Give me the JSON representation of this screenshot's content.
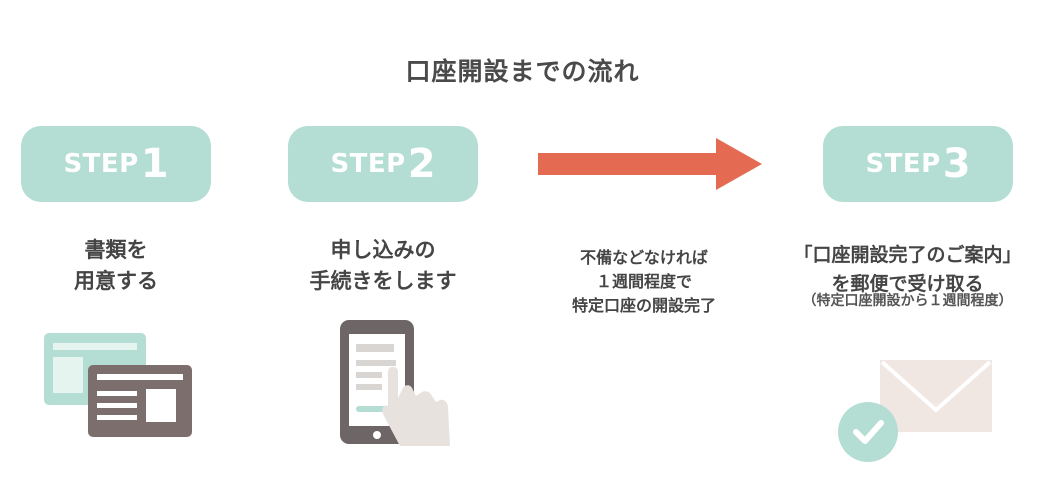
{
  "title": "口座開設までの流れ",
  "steps": [
    {
      "word": "STEP",
      "num": "1",
      "lines": [
        "書類を",
        "用意する"
      ]
    },
    {
      "word": "STEP",
      "num": "2",
      "lines": [
        "申し込みの",
        "手続きをします"
      ]
    },
    {
      "word": "STEP",
      "num": "3",
      "lines": [
        "「口座開設完了のご案内」",
        "を郵便で受け取る"
      ],
      "sub": "（特定口座開設から１週間程度）"
    }
  ],
  "arrow_note": [
    "不備などなければ",
    "１週間程度で",
    "特定口座の開設完了"
  ],
  "colors": {
    "badge": "#b4ddd3",
    "arrow": "#e56a52",
    "doc_dark": "#7b6e6d",
    "phone": "#6e6666",
    "envelope": "#f0e6e2",
    "check": "#b4ddd3"
  },
  "icons": [
    "documents-icon",
    "smartphone-tap-icon",
    "mail-check-icon"
  ]
}
